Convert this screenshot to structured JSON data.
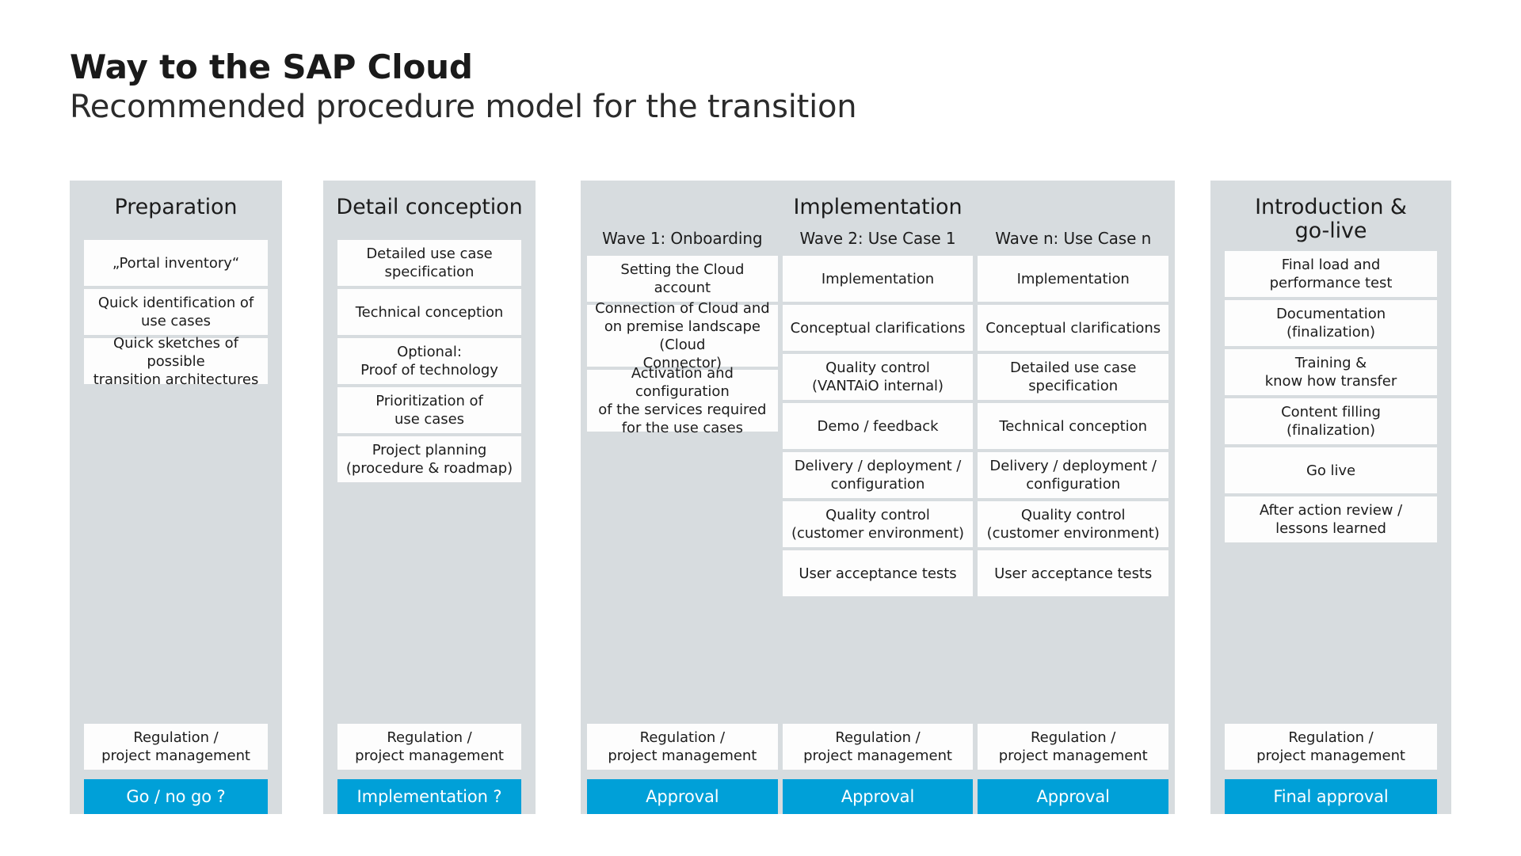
{
  "header": {
    "title": "Way to the SAP Cloud",
    "subtitle": "Recommended procedure model for the transition"
  },
  "colors": {
    "panel_background": "#d7dcdf",
    "card_background": "#fdfdfd",
    "accent_blue": "#00a0d8",
    "text": "#1c1c1c",
    "page_background": "#ffffff"
  },
  "phases": [
    {
      "id": "preparation",
      "title": "Preparation",
      "cards": [
        "„Portal inventory“",
        "Quick identification of\nuse cases",
        "Quick sketches of possible\ntransition architectures"
      ],
      "footer_card": "Regulation /\nproject management",
      "cta": "Go / no go ?"
    },
    {
      "id": "detail-conception",
      "title": "Detail conception",
      "cards": [
        "Detailed use case\nspecification",
        "Technical conception",
        "Optional:\nProof of technology",
        "Prioritization of\nuse cases",
        "Project planning\n(procedure & roadmap)"
      ],
      "footer_card": "Regulation /\nproject management",
      "cta": "Implementation ?"
    },
    {
      "id": "implementation",
      "title": "Implementation",
      "waves": [
        {
          "id": "wave-1",
          "header": "Wave 1: Onboarding",
          "cards": [
            "Setting the Cloud account",
            "Connection of Cloud and\non premise landscape (Cloud\nConnector)",
            "Activation and configuration\nof the services required\nfor the use cases"
          ],
          "footer_card": "Regulation /\nproject management",
          "cta": "Approval"
        },
        {
          "id": "wave-2",
          "header": "Wave 2: Use Case 1",
          "cards": [
            "Implementation",
            "Conceptual clarifications",
            "Quality control\n(VANTAiO internal)",
            "Demo / feedback",
            "Delivery / deployment /\nconfiguration",
            "Quality control\n(customer environment)",
            "User acceptance tests"
          ],
          "footer_card": "Regulation /\nproject management",
          "cta": "Approval"
        },
        {
          "id": "wave-n",
          "header": "Wave n: Use Case n",
          "cards": [
            "Implementation",
            "Conceptual clarifications",
            "Detailed use case\nspecification",
            "Technical conception",
            "Delivery / deployment /\nconfiguration",
            "Quality control\n(customer environment)",
            "User acceptance tests"
          ],
          "footer_card": "Regulation /\nproject management",
          "cta": "Approval"
        }
      ]
    },
    {
      "id": "introduction-go-live",
      "title": "Introduction &\ngo-live",
      "cards": [
        "Final load and\nperformance test",
        "Documentation\n(finalization)",
        "Training &\nknow how transfer",
        "Content filling\n(finalization)",
        "Go live",
        "After action review /\nlessons learned"
      ],
      "footer_card": "Regulation /\nproject management",
      "cta": "Final approval"
    }
  ]
}
